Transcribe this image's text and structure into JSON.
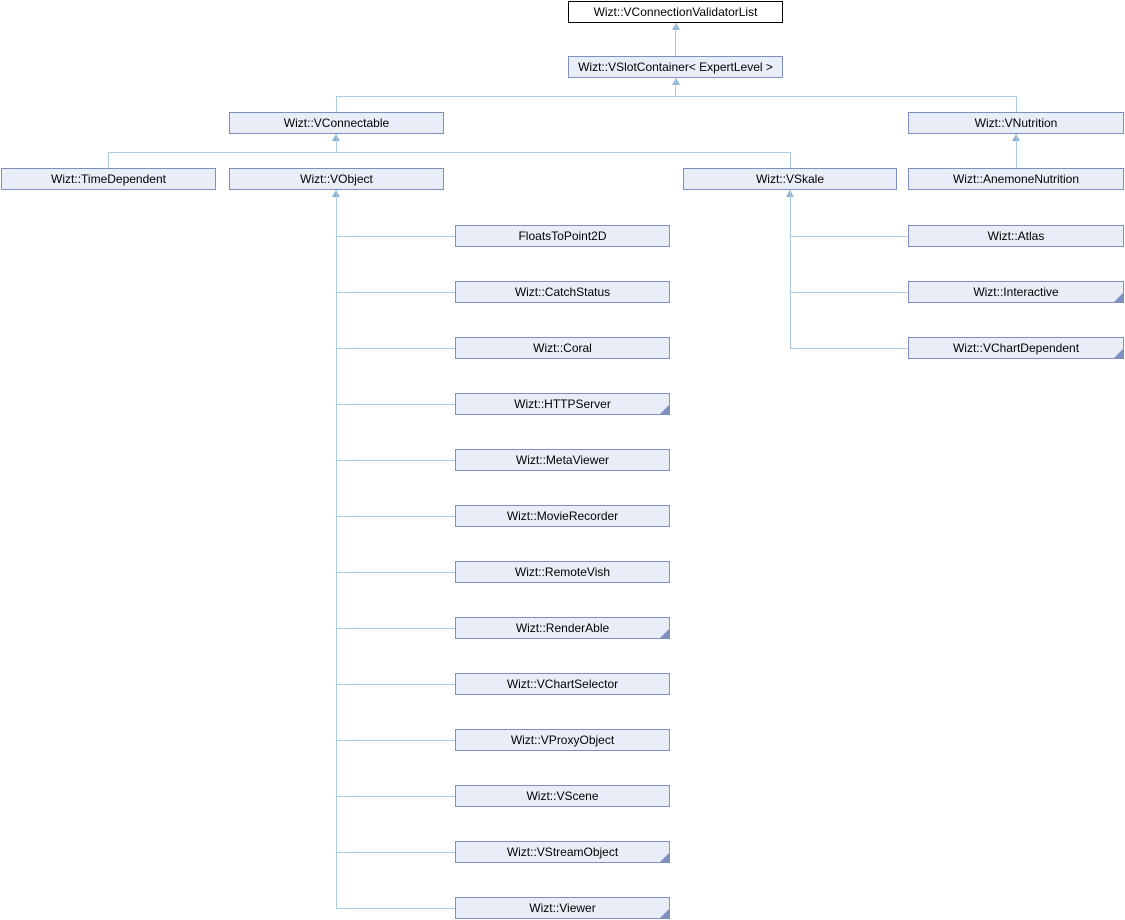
{
  "colors": {
    "background": "#ffffff",
    "node_fill": "#e9edf8",
    "node_border": "#7e90c0",
    "main_node_fill": "#ffffff",
    "main_node_border": "#000000",
    "text": "#000000",
    "connector_line": "#a9cbe2",
    "connector_arrow": "#8db5d6",
    "truncation_marker": "#7e90c0"
  },
  "diagram_type": "class-inheritance-graph",
  "graph": {
    "root": {
      "label": "Wizt::VConnectionValidatorList",
      "children": [
        {
          "label": "Wizt::VSlotContainer< ExpertLevel >",
          "children": [
            {
              "label": "Wizt::VConnectable",
              "children": [
                {
                  "label": "Wizt::TimeDependent"
                },
                {
                  "label": "Wizt::VObject",
                  "children": [
                    {
                      "label": "FloatsToPoint2D",
                      "truncated": false
                    },
                    {
                      "label": "Wizt::CatchStatus",
                      "truncated": false
                    },
                    {
                      "label": "Wizt::Coral",
                      "truncated": false
                    },
                    {
                      "label": "Wizt::HTTPServer",
                      "truncated": true
                    },
                    {
                      "label": "Wizt::MetaViewer",
                      "truncated": false
                    },
                    {
                      "label": "Wizt::MovieRecorder",
                      "truncated": false
                    },
                    {
                      "label": "Wizt::RemoteVish",
                      "truncated": false
                    },
                    {
                      "label": "Wizt::RenderAble",
                      "truncated": true
                    },
                    {
                      "label": "Wizt::VChartSelector",
                      "truncated": false
                    },
                    {
                      "label": "Wizt::VProxyObject",
                      "truncated": false
                    },
                    {
                      "label": "Wizt::VScene",
                      "truncated": false
                    },
                    {
                      "label": "Wizt::VStreamObject",
                      "truncated": true
                    },
                    {
                      "label": "Wizt::Viewer",
                      "truncated": true
                    }
                  ]
                },
                {
                  "label": "Wizt::VSkale",
                  "children": [
                    {
                      "label": "Wizt::Atlas",
                      "truncated": false
                    },
                    {
                      "label": "Wizt::Interactive",
                      "truncated": true
                    },
                    {
                      "label": "Wizt::VChartDependent",
                      "truncated": true
                    }
                  ]
                }
              ]
            },
            {
              "label": "Wizt::VNutrition",
              "children": [
                {
                  "label": "Wizt::AnemoneNutrition"
                }
              ]
            }
          ]
        }
      ]
    }
  }
}
